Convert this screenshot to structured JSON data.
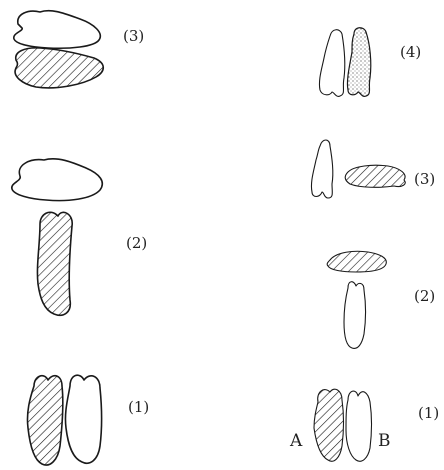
{
  "left_column": {
    "stage_3": "(3)",
    "stage_2": "(2)",
    "stage_1": "(1)"
  },
  "right_column": {
    "stage_4": "(4)",
    "stage_3": "(3)",
    "stage_2": "(2)",
    "stage_1": "(1)",
    "label_a": "A",
    "label_b": "B"
  }
}
